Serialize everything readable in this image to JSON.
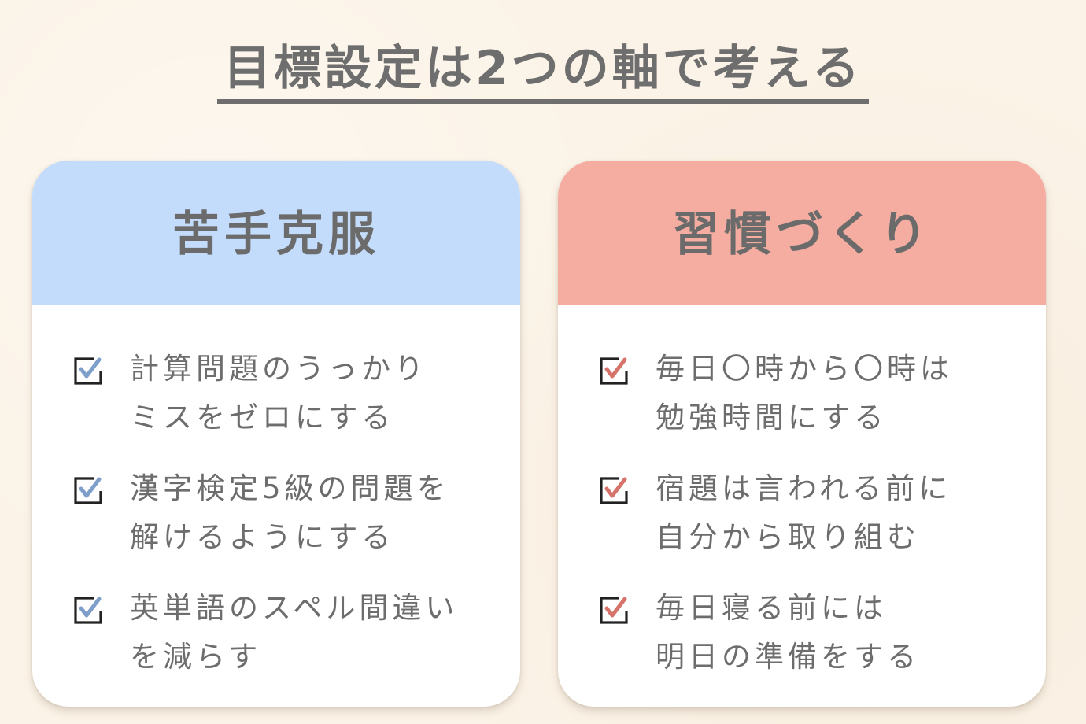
{
  "header": {
    "title": "目標設定は2つの軸で考える"
  },
  "colors": {
    "background": "#fbf3e7",
    "left_header": "#c4dcfb",
    "right_header": "#f4ada0",
    "left_check": "#7f9fcb",
    "right_check": "#d6746b",
    "text": "#6d6d6d"
  },
  "columns": [
    {
      "title": "苦手克服",
      "check_icon": "checkbox-checked-blue-icon",
      "items": [
        {
          "line1": "計算問題のうっかり",
          "line2": "ミスをゼロにする"
        },
        {
          "line1": "漢字検定5級の問題を",
          "line2": "解けるようにする"
        },
        {
          "line1": "英単語のスペル間違い",
          "line2": "を減らす"
        }
      ]
    },
    {
      "title": "習慣づくり",
      "check_icon": "checkbox-checked-red-icon",
      "items": [
        {
          "line1": "毎日〇時から〇時は",
          "line2": "勉強時間にする"
        },
        {
          "line1": "宿題は言われる前に",
          "line2": "自分から取り組む"
        },
        {
          "line1": "毎日寝る前には",
          "line2": "明日の準備をする"
        }
      ]
    }
  ]
}
